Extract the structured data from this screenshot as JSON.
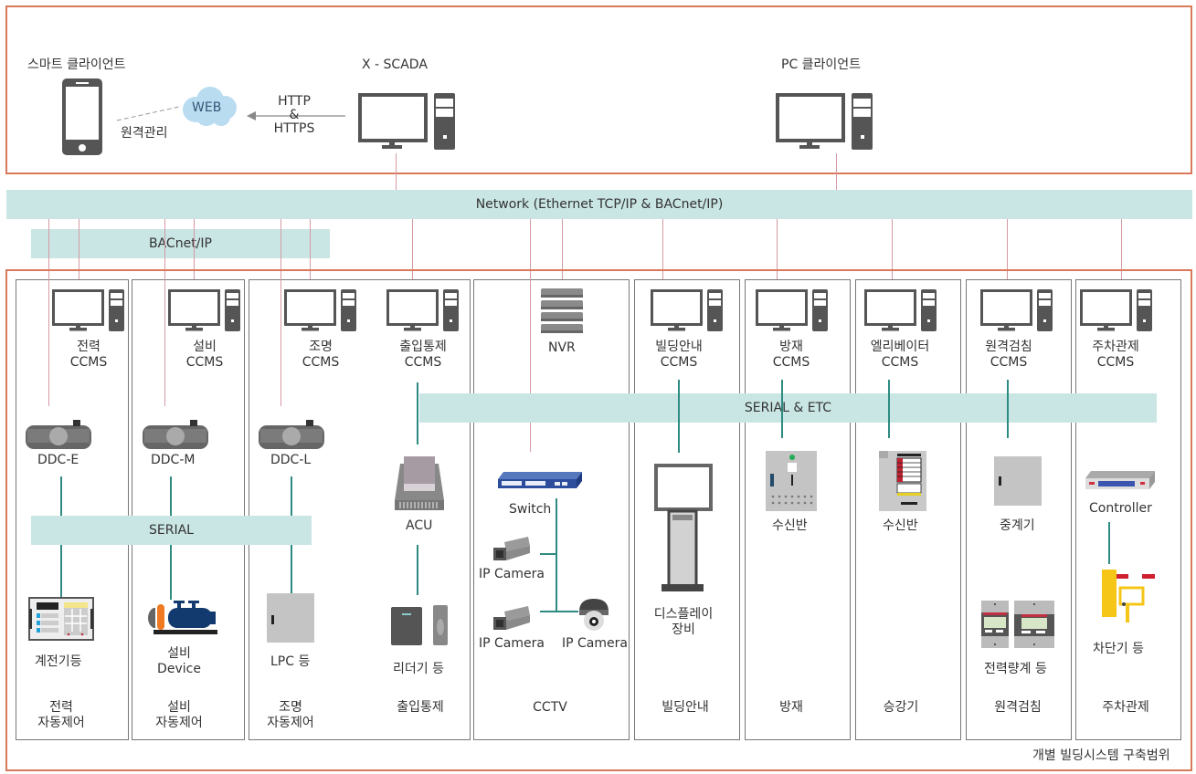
{
  "top": {
    "smart_client": "스마트 클라이언트",
    "web": "WEB",
    "remote_mgmt": "원격관리",
    "http_line1": "HTTP",
    "http_line2": "&",
    "http_line3": "HTTPS",
    "scada": "X - SCADA",
    "pc_client": "PC 클라이언트"
  },
  "bands": {
    "network": "Network (Ethernet TCP/IP & BACnet/IP)",
    "bacnet": "BACnet/IP",
    "serial": "SERIAL",
    "serial_etc": "SERIAL & ETC"
  },
  "columns": [
    {
      "ccms_line1": "전력",
      "ccms_line2": "CCMS",
      "controller": "DDC-E",
      "device_line1": "계전기등",
      "device_line2": "",
      "footer_line1": "전력",
      "footer_line2": "자동제어"
    },
    {
      "ccms_line1": "설비",
      "ccms_line2": "CCMS",
      "controller": "DDC-M",
      "device_line1": "설비",
      "device_line2": "Device",
      "footer_line1": "설비",
      "footer_line2": "자동제어"
    },
    {
      "ccms_line1": "조명",
      "ccms_line2": "CCMS",
      "controller": "DDC-L",
      "device_line1": "LPC 등",
      "device_line2": "",
      "footer_line1": "조명",
      "footer_line2": "자동제어"
    },
    {
      "ccms_line1": "출입통제",
      "ccms_line2": "CCMS",
      "controller": "ACU",
      "device_line1": "리더기 등",
      "device_line2": "",
      "footer_line1": "출입통제",
      "footer_line2": ""
    },
    {
      "ccms_line1": "NVR",
      "ccms_line2": "",
      "controller": "Switch",
      "camera1": "IP Camera",
      "camera2": "IP Camera",
      "camera3": "IP Camera",
      "footer_line1": "CCTV",
      "footer_line2": ""
    },
    {
      "ccms_line1": "빌딩안내",
      "ccms_line2": "CCMS",
      "device_line1": "디스플레이",
      "device_line2": "장비",
      "footer_line1": "빌딩안내",
      "footer_line2": ""
    },
    {
      "ccms_line1": "방재",
      "ccms_line2": "CCMS",
      "controller": "수신반",
      "footer_line1": "방재",
      "footer_line2": ""
    },
    {
      "ccms_line1": "엘리베이터",
      "ccms_line2": "CCMS",
      "controller": "수신반",
      "footer_line1": "승강기",
      "footer_line2": ""
    },
    {
      "ccms_line1": "원격검침",
      "ccms_line2": "CCMS",
      "controller": "중계기",
      "device_line1": "전력량계 등",
      "footer_line1": "원격검침",
      "footer_line2": ""
    },
    {
      "ccms_line1": "주차관제",
      "ccms_line2": "CCMS",
      "controller": "Controller",
      "device_line1": "차단기 등",
      "footer_line1": "주차관제",
      "footer_line2": ""
    }
  ],
  "scope_caption": "개별 빌딩시스템 구축범위",
  "colors": {
    "frame_border": "#d9795a",
    "band_fill": "#c9e6e4",
    "network_line": "#d49aa4",
    "serial_line": "#2e8b82",
    "icon_gray": "#555555"
  }
}
